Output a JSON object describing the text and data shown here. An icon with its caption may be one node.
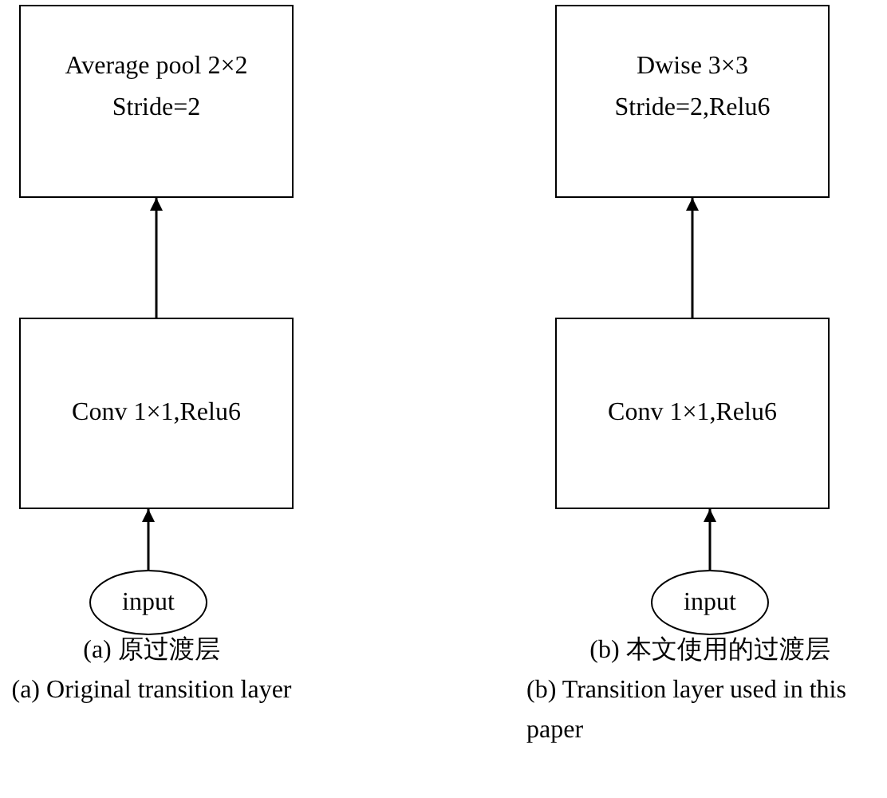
{
  "diagram": {
    "nodes": [
      {
        "text": [
          "Average pool 2×2",
          "Stride=2"
        ]
      },
      {
        "text": [
          "Conv 1×1,Relu6"
        ]
      },
      {
        "text": [
          "input"
        ]
      },
      {
        "text": [
          "Dwise 3×3",
          "Stride=2,Relu6"
        ]
      },
      {
        "text": [
          "Conv 1×1,Relu6"
        ]
      },
      {
        "text": [
          "input"
        ]
      }
    ],
    "edges": [
      {
        "from": 2,
        "to": 1,
        "arrow": "to"
      },
      {
        "from": 1,
        "to": 0,
        "arrow": "to"
      },
      {
        "from": 5,
        "to": 4,
        "arrow": "to"
      },
      {
        "from": 4,
        "to": 3,
        "arrow": "to"
      }
    ],
    "labels": [
      "(a) 原过渡层",
      "(a) Original transition layer",
      "(b) 本文使用的过渡层",
      "(b) Transition layer used in this paper"
    ]
  }
}
